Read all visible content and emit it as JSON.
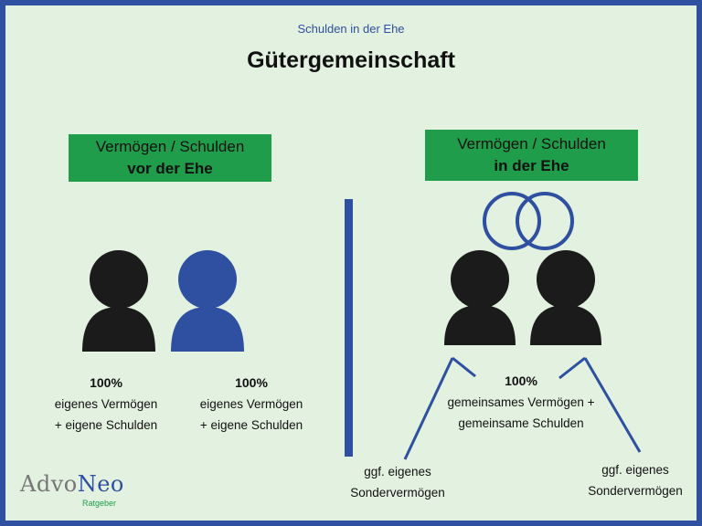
{
  "header": {
    "subtitle": "Schulden in der Ehe",
    "title": "Gütergemeinschaft"
  },
  "left_section": {
    "box_line1": "Vermögen / Schulden",
    "box_line2": "vor der Ehe",
    "person1": {
      "percent": "100%",
      "line1": "eigenes Vermögen",
      "line2": "+ eigene Schulden"
    },
    "person2": {
      "percent": "100%",
      "line1": "eigenes Vermögen",
      "line2": "+ eigene Schulden"
    }
  },
  "right_section": {
    "box_line1": "Vermögen / Schulden",
    "box_line2": "in der Ehe",
    "joint": {
      "percent": "100%",
      "line1": "gemeinsames Vermögen +",
      "line2": "gemeinsame Schulden"
    },
    "sonder_left": {
      "line1": "ggf. eigenes",
      "line2": "Sondervermögen"
    },
    "sonder_right": {
      "line1": "ggf. eigenes",
      "line2": "Sondervermögen"
    }
  },
  "logo": {
    "part1": "Advo",
    "part2": "Neo",
    "sub": "Ratgeber"
  },
  "colors": {
    "frame_blue": "#2f4fa0",
    "background": "#e3f1e0",
    "green_box": "#1f9d4a",
    "person_dark": "#1b1b1b",
    "person_blue": "#2f4fa0"
  },
  "icons": [
    "person-icon",
    "wedding-rings-icon"
  ]
}
